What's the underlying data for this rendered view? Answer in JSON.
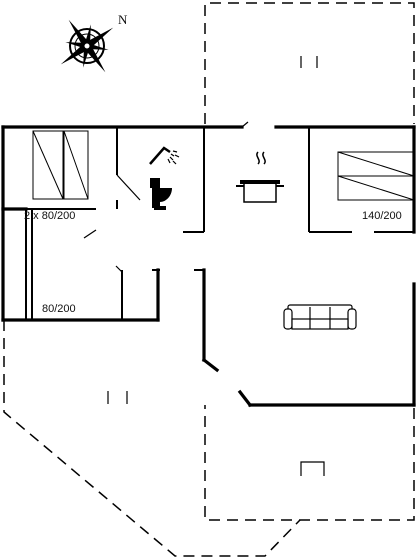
{
  "compass": {
    "north_label": "N",
    "icon": "compass-rose-icon"
  },
  "rooms": {
    "bedroom_1": {
      "bed_label": "2 x 80/200"
    },
    "bedroom_2": {
      "bed_label": "140/200"
    },
    "bedroom_3": {
      "bed_label": "80/200"
    }
  },
  "icons": {
    "shower": "shower-icon",
    "toilet": "toilet-icon",
    "kitchen": "cooking-pot-icon",
    "living": "sofa-icon"
  },
  "colors": {
    "wall": "#000000",
    "outline": "#000000",
    "background": "#ffffff"
  }
}
